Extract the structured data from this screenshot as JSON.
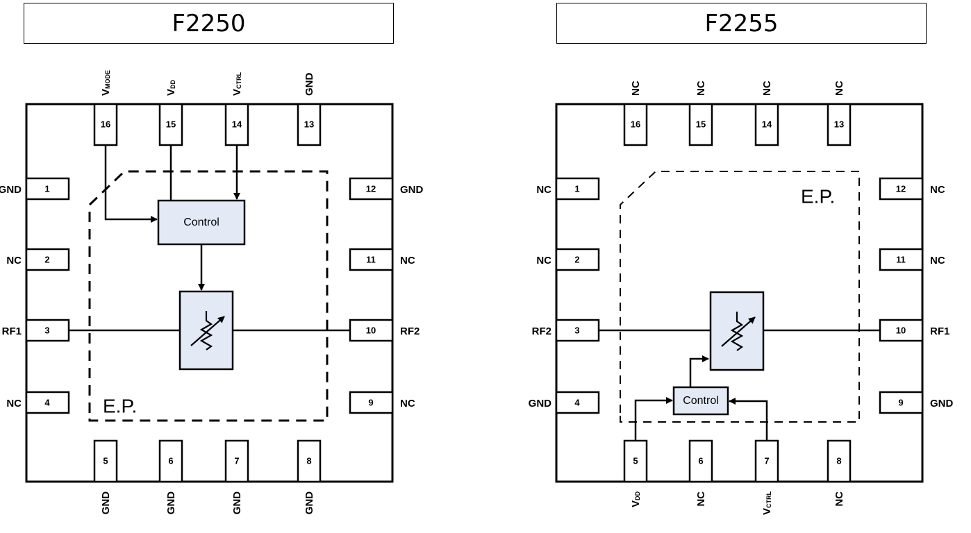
{
  "chips": [
    {
      "title": "F2250",
      "ep_label": "E.P.",
      "control_label": "Control",
      "pins": [
        {
          "num": "1",
          "label": "GND"
        },
        {
          "num": "2",
          "label": "NC"
        },
        {
          "num": "3",
          "label": "RF1"
        },
        {
          "num": "4",
          "label": "NC"
        },
        {
          "num": "5",
          "label": "GND"
        },
        {
          "num": "6",
          "label": "GND"
        },
        {
          "num": "7",
          "label": "GND"
        },
        {
          "num": "8",
          "label": "GND"
        },
        {
          "num": "9",
          "label": "NC"
        },
        {
          "num": "10",
          "label": "RF2"
        },
        {
          "num": "11",
          "label": "NC"
        },
        {
          "num": "12",
          "label": "GND"
        },
        {
          "num": "13",
          "label": "GND"
        },
        {
          "num": "14",
          "label": "V",
          "sub": "CTRL"
        },
        {
          "num": "15",
          "label": "V",
          "sub": "DD"
        },
        {
          "num": "16",
          "label": "V",
          "sub": "MODE"
        }
      ]
    },
    {
      "title": "F2255",
      "ep_label": "E.P.",
      "control_label": "Control",
      "pins": [
        {
          "num": "1",
          "label": "NC"
        },
        {
          "num": "2",
          "label": "NC"
        },
        {
          "num": "3",
          "label": "RF2"
        },
        {
          "num": "4",
          "label": "GND"
        },
        {
          "num": "5",
          "label": "V",
          "sub": "DD"
        },
        {
          "num": "6",
          "label": "NC"
        },
        {
          "num": "7",
          "label": "V",
          "sub": "CTRL"
        },
        {
          "num": "8",
          "label": "NC"
        },
        {
          "num": "9",
          "label": "GND"
        },
        {
          "num": "10",
          "label": "RF1"
        },
        {
          "num": "11",
          "label": "NC"
        },
        {
          "num": "12",
          "label": "NC"
        },
        {
          "num": "13",
          "label": "NC"
        },
        {
          "num": "14",
          "label": "NC"
        },
        {
          "num": "15",
          "label": "NC"
        },
        {
          "num": "16",
          "label": "NC"
        }
      ]
    }
  ]
}
